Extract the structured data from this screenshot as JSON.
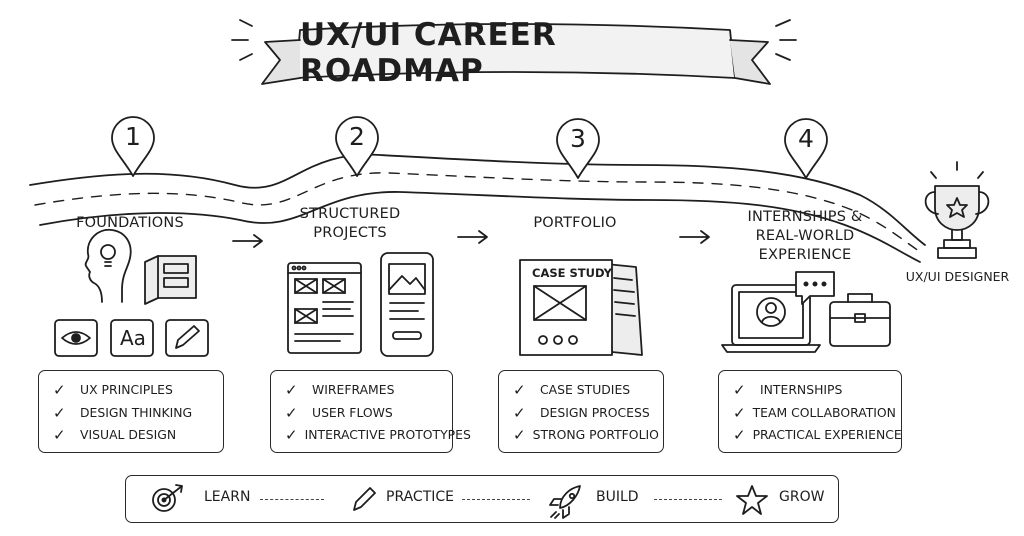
{
  "title": "UX/UI CAREER ROADMAP",
  "stages": [
    {
      "number": "1",
      "label_lines": [
        "FOUNDATIONS"
      ],
      "icons": [
        "head-lightbulb-icon",
        "book-icon",
        "eye-icon",
        "typography-icon",
        "pencil-icon"
      ],
      "typography_glyph": "Aa",
      "items": [
        "UX PRINCIPLES",
        "DESIGN THINKING",
        "VISUAL DESIGN"
      ]
    },
    {
      "number": "2",
      "label_lines": [
        "STRUCTURED",
        "PROJECTS"
      ],
      "icons": [
        "wireframe-browser-icon",
        "mobile-wireframe-icon"
      ],
      "items": [
        "WIREFRAMES",
        "USER FLOWS",
        "INTERACTIVE PROTOTYPES"
      ]
    },
    {
      "number": "3",
      "label_lines": [
        "PORTFOLIO"
      ],
      "icons": [
        "case-study-document-icon"
      ],
      "doc_title": "CASE STUDY",
      "items": [
        "CASE STUDIES",
        "DESIGN PROCESS",
        "STRONG PORTFOLIO"
      ]
    },
    {
      "number": "4",
      "label_lines": [
        "INTERNSHIPS &",
        "REAL-WORLD EXPERIENCE"
      ],
      "icons": [
        "laptop-user-icon",
        "chat-bubble-icon",
        "briefcase-icon"
      ],
      "items": [
        "INTERNSHIPS",
        "TEAM COLLABORATION",
        "PRACTICAL EXPERIENCE"
      ]
    }
  ],
  "goal": {
    "label": "UX/UI DESIGNER",
    "icon": "trophy-star-icon"
  },
  "check_glyph": "✓",
  "legend": [
    {
      "icon": "target-icon",
      "label": "LEARN"
    },
    {
      "icon": "pencil-icon",
      "label": "PRACTICE"
    },
    {
      "icon": "rocket-icon",
      "label": "BUILD"
    },
    {
      "icon": "star-icon",
      "label": "GROW"
    }
  ],
  "colors": {
    "ink": "#1e1e1e",
    "banner_fill": "#f2f2f2",
    "panel_fill": "#ededed"
  }
}
